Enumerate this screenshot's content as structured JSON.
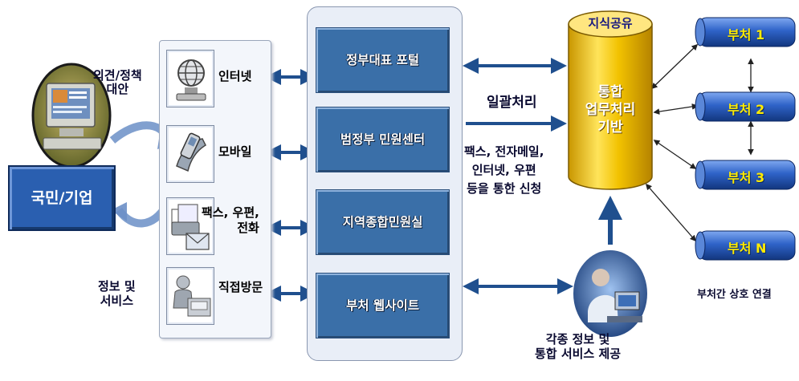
{
  "citizen": {
    "label": "국민/기업"
  },
  "annotations": {
    "opinion": "의견/정책\n대안",
    "info_service": "정보 및\n서비스",
    "batch_processing": "일괄처리",
    "submission_methods": "팩스, 전자메일,\n인터넷, 우편\n등을 통한 신청",
    "various_info": "각종 정보 및\n통합 서비스 제공",
    "dept_interconnect": "부처간 상호 연결"
  },
  "channels": [
    {
      "label": "인터넷",
      "icon": "globe-computer-icon"
    },
    {
      "label": "모바일",
      "icon": "mobile-phone-icon"
    },
    {
      "label": "팩스, 우편,\n전화",
      "icon": "fax-mail-icon"
    },
    {
      "label": "직접방문",
      "icon": "visitor-desk-icon"
    }
  ],
  "services": [
    {
      "label": "정부대표 포털"
    },
    {
      "label": "범정부 민원센터"
    },
    {
      "label": "지역종합민원실"
    },
    {
      "label": "부처 웹사이트"
    }
  ],
  "hub": {
    "top_label": "지식공유",
    "label": "통합\n업무처리\n기반"
  },
  "departments": [
    {
      "label": "부처 1"
    },
    {
      "label": "부처 2"
    },
    {
      "label": "부처 3"
    },
    {
      "label": "부처 N"
    }
  ],
  "colors": {
    "service_box": "#3a6fa8",
    "citizen_box": "#2a5fb0",
    "hub_cylinder": "#f2c200",
    "department_tube": "#2f63c8",
    "department_text": "#ffeb00",
    "arrow": "#1f4f8e"
  }
}
